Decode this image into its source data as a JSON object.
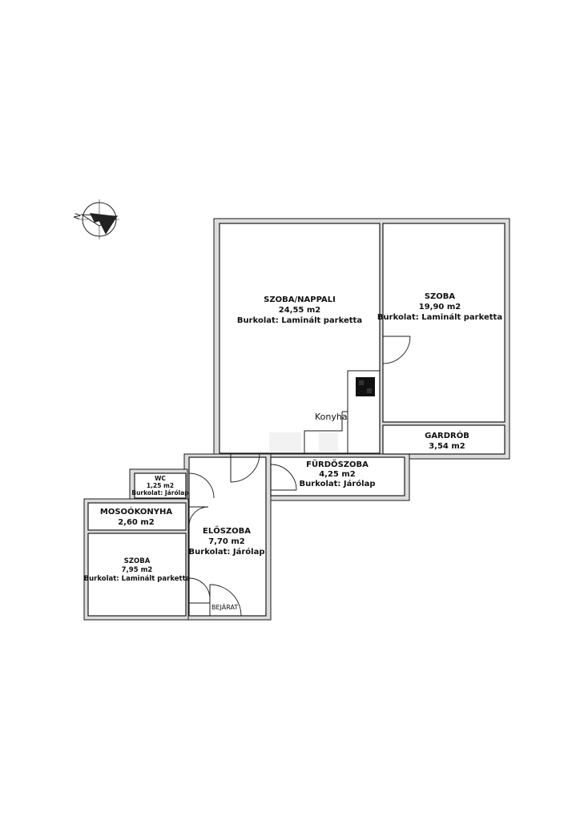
{
  "compass": {
    "letter": "N",
    "icon": "north-arrow-icon"
  },
  "rooms": {
    "nappali": {
      "name": "SZOBA/NAPPALI",
      "area": "24,55 m2",
      "floor": "Burkolat: Laminált parketta"
    },
    "szoba_right": {
      "name": "SZOBA",
      "area": "19,90 m2",
      "floor": "Burkolat: Laminált parketta"
    },
    "gardrob": {
      "name": "GARDRÓB",
      "area": "3,54 m2"
    },
    "furdoszoba": {
      "name": "FÜRDŐSZOBA",
      "area": "4,25 m2",
      "floor": "Burkolat: Járólap"
    },
    "wc": {
      "name": "WC",
      "area": "1,25 m2",
      "floor": "Burkolat: Járólap"
    },
    "mosookonyha": {
      "name": "MOSOÓKONYHA",
      "area": "2,60 m2"
    },
    "eloszoba": {
      "name": "ELŐSZOBA",
      "area": "7,70 m2",
      "floor": "Burkolat: Járólap"
    },
    "szoba_left": {
      "name": "SZOBA",
      "area": "7,95 m2",
      "floor": "Burkolat: Laminált parketta"
    }
  },
  "kitchen_label": "Konyha",
  "entrance_label": "BEJÁRAT"
}
